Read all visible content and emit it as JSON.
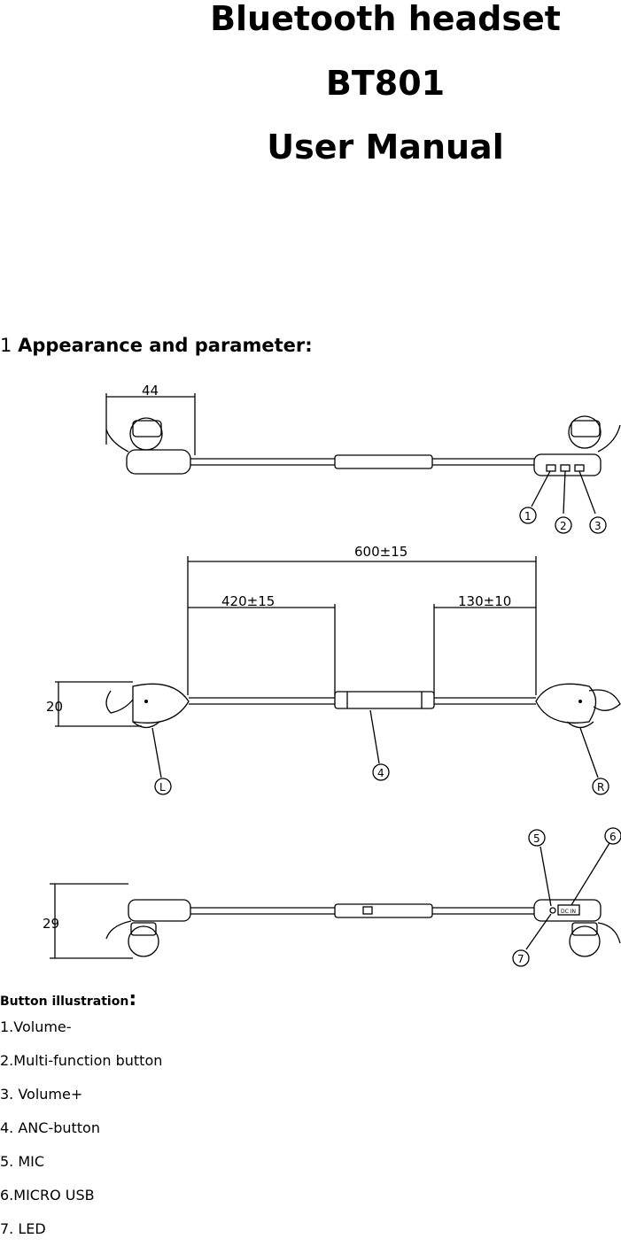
{
  "header": {
    "title_line1": "Bluetooth headset",
    "title_line2": "BT801",
    "title_line3": "User Manual"
  },
  "section": {
    "number": "1",
    "title": "Appearance and parameter:"
  },
  "figure": {
    "dimensions": {
      "width_top": "44",
      "total_length": "600±15",
      "left_length": "420±15",
      "right_length": "130±10",
      "side_height": "20",
      "bottom_height": "29"
    },
    "callouts": {
      "c1": "1",
      "c2": "2",
      "c3": "3",
      "c4": "4",
      "c5": "5",
      "c6": "6",
      "c7": "7",
      "left": "L",
      "right": "R"
    },
    "port_label": "DC IN"
  },
  "buttons": {
    "heading": "Button illustration",
    "colon": ":",
    "items": [
      "1.Volume-",
      "2.Multi-function button",
      "3. Volume+",
      "4. ANC-button",
      "5. MIC",
      "6.MICRO USB",
      "7. LED"
    ]
  }
}
